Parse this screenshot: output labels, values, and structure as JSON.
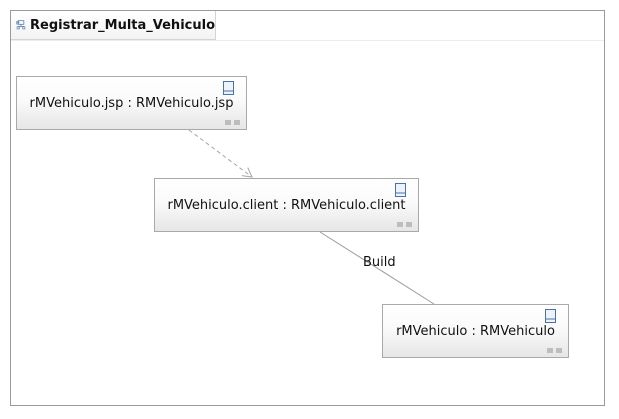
{
  "diagram": {
    "title": "Registrar_Multa_Vehiculo",
    "title_icon": "component-diagram-icon",
    "nodes": [
      {
        "id": "jsp",
        "label": "rMVehiculo.jsp : RMVehiculo.jsp",
        "icon": "artifact-icon"
      },
      {
        "id": "client",
        "label": "rMVehiculo.client : RMVehiculo.client",
        "icon": "artifact-icon"
      },
      {
        "id": "server",
        "label": "rMVehiculo : RMVehiculo",
        "icon": "artifact-icon"
      }
    ],
    "edges": [
      {
        "from": "jsp",
        "to": "client",
        "style": "dashed-dependency",
        "label": ""
      },
      {
        "from": "client",
        "to": "server",
        "style": "solid-association",
        "label": "Build"
      }
    ]
  },
  "colors": {
    "border": "#a9a9a9",
    "frame_border": "#9a9a9a",
    "dependency_line": "#a6a6a6",
    "association_line": "#9b9b9b",
    "icon_blue": "#4a72a8"
  }
}
